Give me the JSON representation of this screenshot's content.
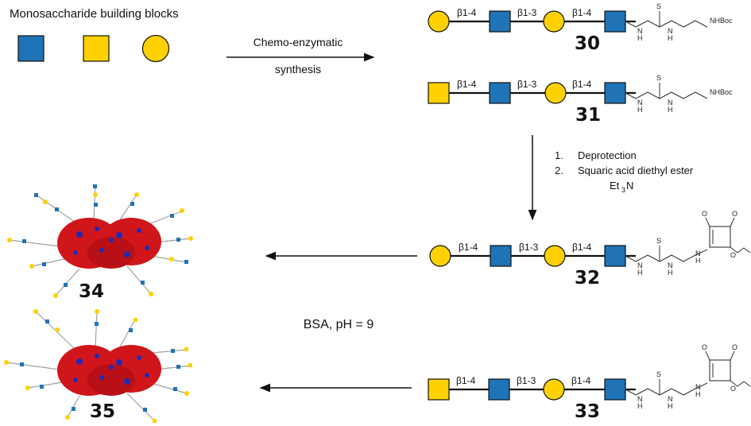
{
  "legend": {
    "title": "Monosaccharide building blocks",
    "symbols": [
      {
        "shape": "square",
        "color": "#1f73b7",
        "icon": "blue-square-icon"
      },
      {
        "shape": "square",
        "color": "#ffd100",
        "icon": "yellow-square-icon"
      },
      {
        "shape": "circle",
        "color": "#ffd100",
        "icon": "yellow-circle-icon"
      }
    ]
  },
  "colors": {
    "blue": "#1f73b7",
    "yellow": "#ffd100",
    "protein_red": "#d0161b",
    "protein_blue": "#1f2bb5",
    "glycan_line": "#999999"
  },
  "arrows": {
    "synthesis": {
      "line1": "Chemo-enzymatic",
      "line2": "synthesis"
    },
    "deprotection_steps": [
      {
        "num": "1.",
        "text": "Deprotection"
      },
      {
        "num": "2.",
        "text": "Squaric acid diethyl ester"
      }
    ],
    "reagent_main": "Et",
    "reagent_sub": "3",
    "reagent_tail": "N",
    "conjugation": "BSA, pH = 9"
  },
  "compounds": [
    {
      "id": "30",
      "first_residue": "circle",
      "links": [
        "β1-4",
        "β1-3",
        "β1-4"
      ],
      "linker": "NHBoc"
    },
    {
      "id": "31",
      "first_residue": "square",
      "links": [
        "β1-4",
        "β1-3",
        "β1-4"
      ],
      "linker": "NHBoc"
    },
    {
      "id": "32",
      "first_residue": "circle",
      "links": [
        "β1-4",
        "β1-3",
        "β1-4"
      ],
      "linker": "squarate"
    },
    {
      "id": "33",
      "first_residue": "square",
      "links": [
        "β1-4",
        "β1-3",
        "β1-4"
      ],
      "linker": "squarate"
    }
  ],
  "conjugates": [
    {
      "id": "34"
    },
    {
      "id": "35"
    }
  ],
  "atoms": {
    "S": "S",
    "N": "N",
    "H": "H",
    "O": "O"
  }
}
